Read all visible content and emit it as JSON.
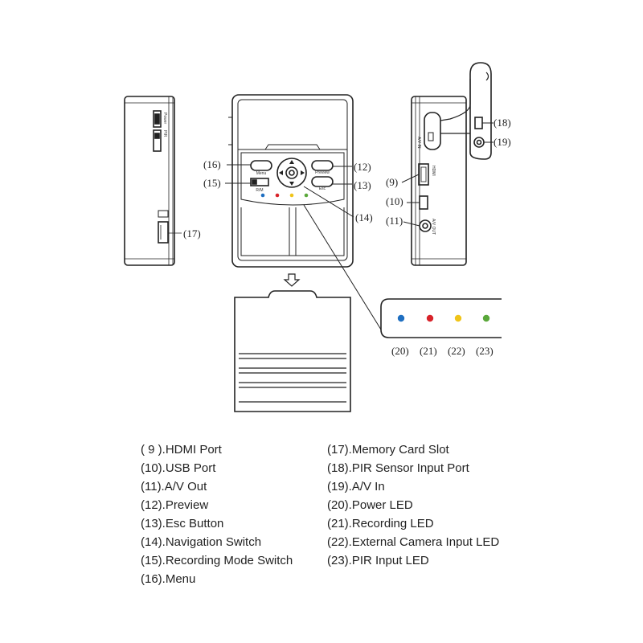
{
  "device_labels": {
    "menu": "Menu",
    "preview": "Preview",
    "esc": "Esc",
    "rm": "R/M",
    "power": "Power",
    "pir": "PIR",
    "av_in": "A/V IN",
    "hdmi": "HDMI",
    "av_out": "A/V OUT"
  },
  "callouts": {
    "c9": "(9)",
    "c10": "(10)",
    "c11": "(11)",
    "c12": "(12)",
    "c13": "(13)",
    "c14": "(14)",
    "c15": "(15)",
    "c16": "(16)",
    "c17": "(17)",
    "c18": "(18)",
    "c19": "(19)",
    "c20": "(20)",
    "c21": "(21)",
    "c22": "(22)",
    "c23": "(23)"
  },
  "led_colors": {
    "power": "#1f6fc1",
    "recording": "#d8232a",
    "external_camera": "#f0c419",
    "pir": "#5aa83a"
  },
  "legend_left": [
    "( 9 ).HDMI Port",
    "(10).USB Port",
    "(11).A/V Out",
    "(12).Preview",
    "(13).Esc Button",
    "(14).Navigation Switch",
    "(15).Recording Mode Switch",
    "(16).Menu"
  ],
  "legend_right": [
    "(17).Memory Card Slot",
    "(18).PIR Sensor Input Port",
    "(19).A/V In",
    "(20).Power LED",
    "(21).Recording LED",
    "(22).External Camera Input LED",
    "(23).PIR Input LED"
  ]
}
